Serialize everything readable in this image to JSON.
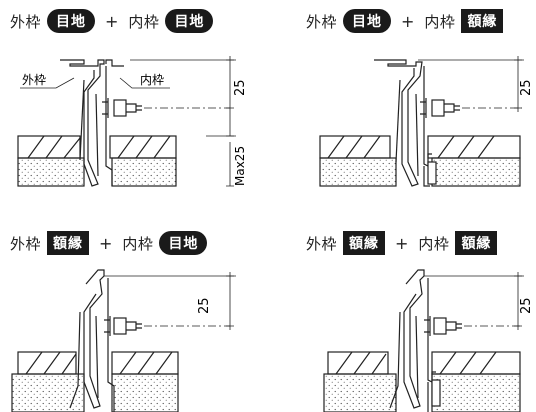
{
  "panels": [
    {
      "outer_label": "外枠",
      "outer_badge": "目地",
      "plus": "+",
      "inner_label": "内枠",
      "inner_badge": "目地",
      "callout_outer": "外枠",
      "callout_inner": "内枠",
      "dim_upper": "25",
      "dim_lower": "Max25"
    },
    {
      "outer_label": "外枠",
      "outer_badge": "目地",
      "plus": "+",
      "inner_label": "内枠",
      "inner_badge": "額縁",
      "dim_upper": "25"
    },
    {
      "outer_label": "外枠",
      "outer_badge": "額縁",
      "plus": "+",
      "inner_label": "内枠",
      "inner_badge": "目地",
      "dim_upper": "25"
    },
    {
      "outer_label": "外枠",
      "outer_badge": "額縁",
      "plus": "+",
      "inner_label": "内枠",
      "inner_badge": "額縁",
      "dim_upper": "25"
    }
  ],
  "colors": {
    "badge_bg": "#1a1a1a",
    "line": "#222222",
    "concrete": "#f2f2f2"
  }
}
